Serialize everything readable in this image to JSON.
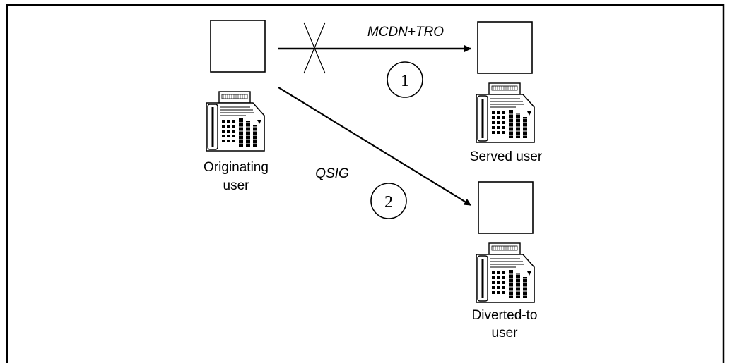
{
  "nodes": {
    "originating": {
      "label_lines": [
        "Originating",
        "user"
      ]
    },
    "served": {
      "label_lines": [
        "Served user"
      ]
    },
    "diverted": {
      "label_lines": [
        "Diverted-to",
        "user"
      ]
    }
  },
  "connections": {
    "primary": {
      "label": "MCDN+TRO",
      "step": "1",
      "status": "blocked"
    },
    "secondary": {
      "label": "QSIG",
      "step": "2"
    }
  },
  "icons": {
    "terminal": "telephone-set-icon",
    "blocked": "x-cross-icon"
  },
  "colors": {
    "line": "#000000",
    "background": "#ffffff"
  }
}
